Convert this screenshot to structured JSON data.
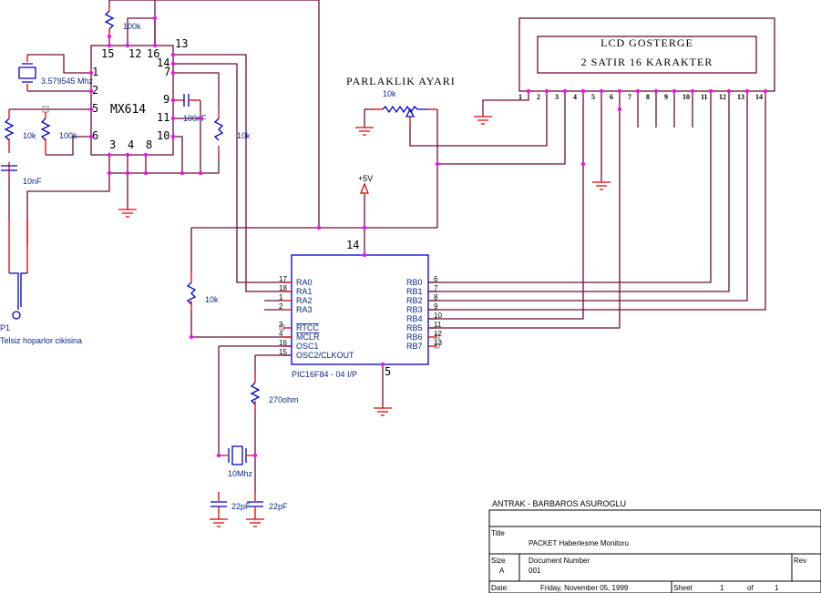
{
  "schematic": {
    "mx614": {
      "name": "MX614",
      "pins_top": [
        "15",
        "12",
        "16"
      ],
      "pin_13": "13",
      "pins_left": [
        "1",
        "2",
        "5",
        "6"
      ],
      "pins_right": [
        "14",
        "7",
        "9",
        "11",
        "10"
      ],
      "pins_bottom": [
        "3",
        "4",
        "8"
      ]
    },
    "pic": {
      "name": "PIC16F84 - 04 I/P",
      "pin_top": "14",
      "pin_bottom": "5",
      "left_pins": [
        {
          "num": "17",
          "label": "RA0"
        },
        {
          "num": "18",
          "label": "RA1"
        },
        {
          "num": "1",
          "label": "RA2"
        },
        {
          "num": "2",
          "label": "RA3"
        },
        {
          "num": "3",
          "label": "RTCC"
        },
        {
          "num": "4",
          "label": "MCLR"
        },
        {
          "num": "16",
          "label": "OSC1"
        },
        {
          "num": "15",
          "label": "OSC2/CLKOUT"
        }
      ],
      "right_pins": [
        {
          "num": "6",
          "label": "RB0"
        },
        {
          "num": "7",
          "label": "RB1"
        },
        {
          "num": "8",
          "label": "RB2"
        },
        {
          "num": "9",
          "label": "RB3"
        },
        {
          "num": "10",
          "label": "RB4"
        },
        {
          "num": "11",
          "label": "RB5"
        },
        {
          "num": "12",
          "label": "RB6"
        },
        {
          "num": "13",
          "label": "RB7"
        }
      ]
    },
    "lcd": {
      "line1": "LCD GOSTERGE",
      "line2": "2 SATIR 16 KARAKTER",
      "pins": [
        "1",
        "2",
        "3",
        "4",
        "5",
        "6",
        "7",
        "8",
        "9",
        "10",
        "11",
        "12",
        "13",
        "14"
      ]
    },
    "components": {
      "r_top": "100k",
      "crystal1": "3.579545 Mhz",
      "r_left1": "10k",
      "r_left2": "100k",
      "c_left": "10nF",
      "c_mid": "100nF",
      "r_mid": "10k",
      "r_pullup": "10k",
      "pot_title": "PARLAKLIK AYARI",
      "pot_value": "10k",
      "vcc": "+5V",
      "r_osc": "270ohm",
      "crystal2": "10Mhz",
      "c_osc1": "22pF",
      "c_osc2": "22pF",
      "connector_ref": "P1",
      "connector_desc": "Telsiz hoparlor cikisina"
    }
  },
  "title_block": {
    "company": "ANTRAK - BARBAROS ASUROGLU",
    "title_label": "Title",
    "title": "PACKET Haberlesme Monitoru",
    "size_label": "Size",
    "size": "A",
    "docnum_label": "Document Number",
    "docnum": "001",
    "rev_label": "Rev",
    "date_label": "Date:",
    "date": "Friday, November 05, 1999",
    "sheet_label": "Sheet",
    "sheet": "1",
    "of_label": "of",
    "sheets": "1"
  }
}
